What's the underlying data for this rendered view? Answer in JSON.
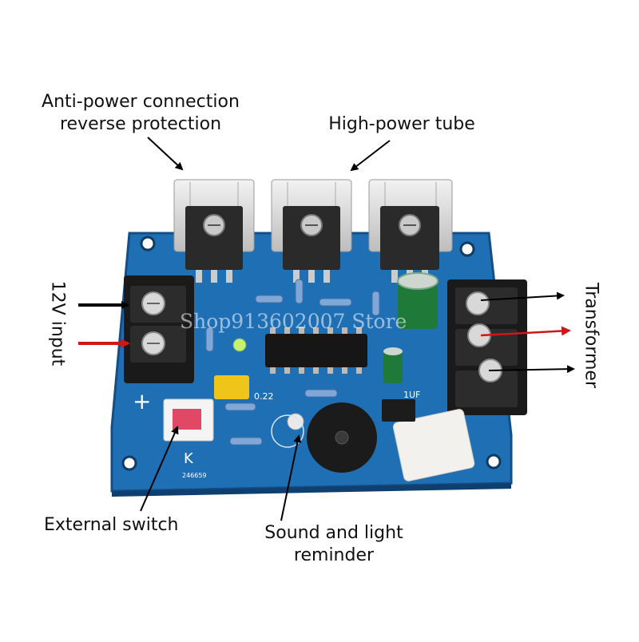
{
  "callouts": {
    "anti_power": {
      "line1": "Anti-power connection",
      "line2": "reverse protection"
    },
    "high_power": "High-power tube",
    "input": "12V input",
    "transformer": "Transformer",
    "external_switch": "External switch",
    "reminder": {
      "line1": "Sound and light",
      "line2": "reminder"
    }
  },
  "board_silkscreen": {
    "plus": "+",
    "cap_small": "0.22",
    "cap_electrolytic": "1UF",
    "switch_mark": "K",
    "board_code": "246659"
  },
  "watermark": "Shop913602007 Store",
  "colors": {
    "pcb": "#1f6fb5",
    "arrow_black": "#000000",
    "arrow_red": "#d01616",
    "heatsink": "#dcdcdc",
    "terminal": "#1a1a1a"
  }
}
